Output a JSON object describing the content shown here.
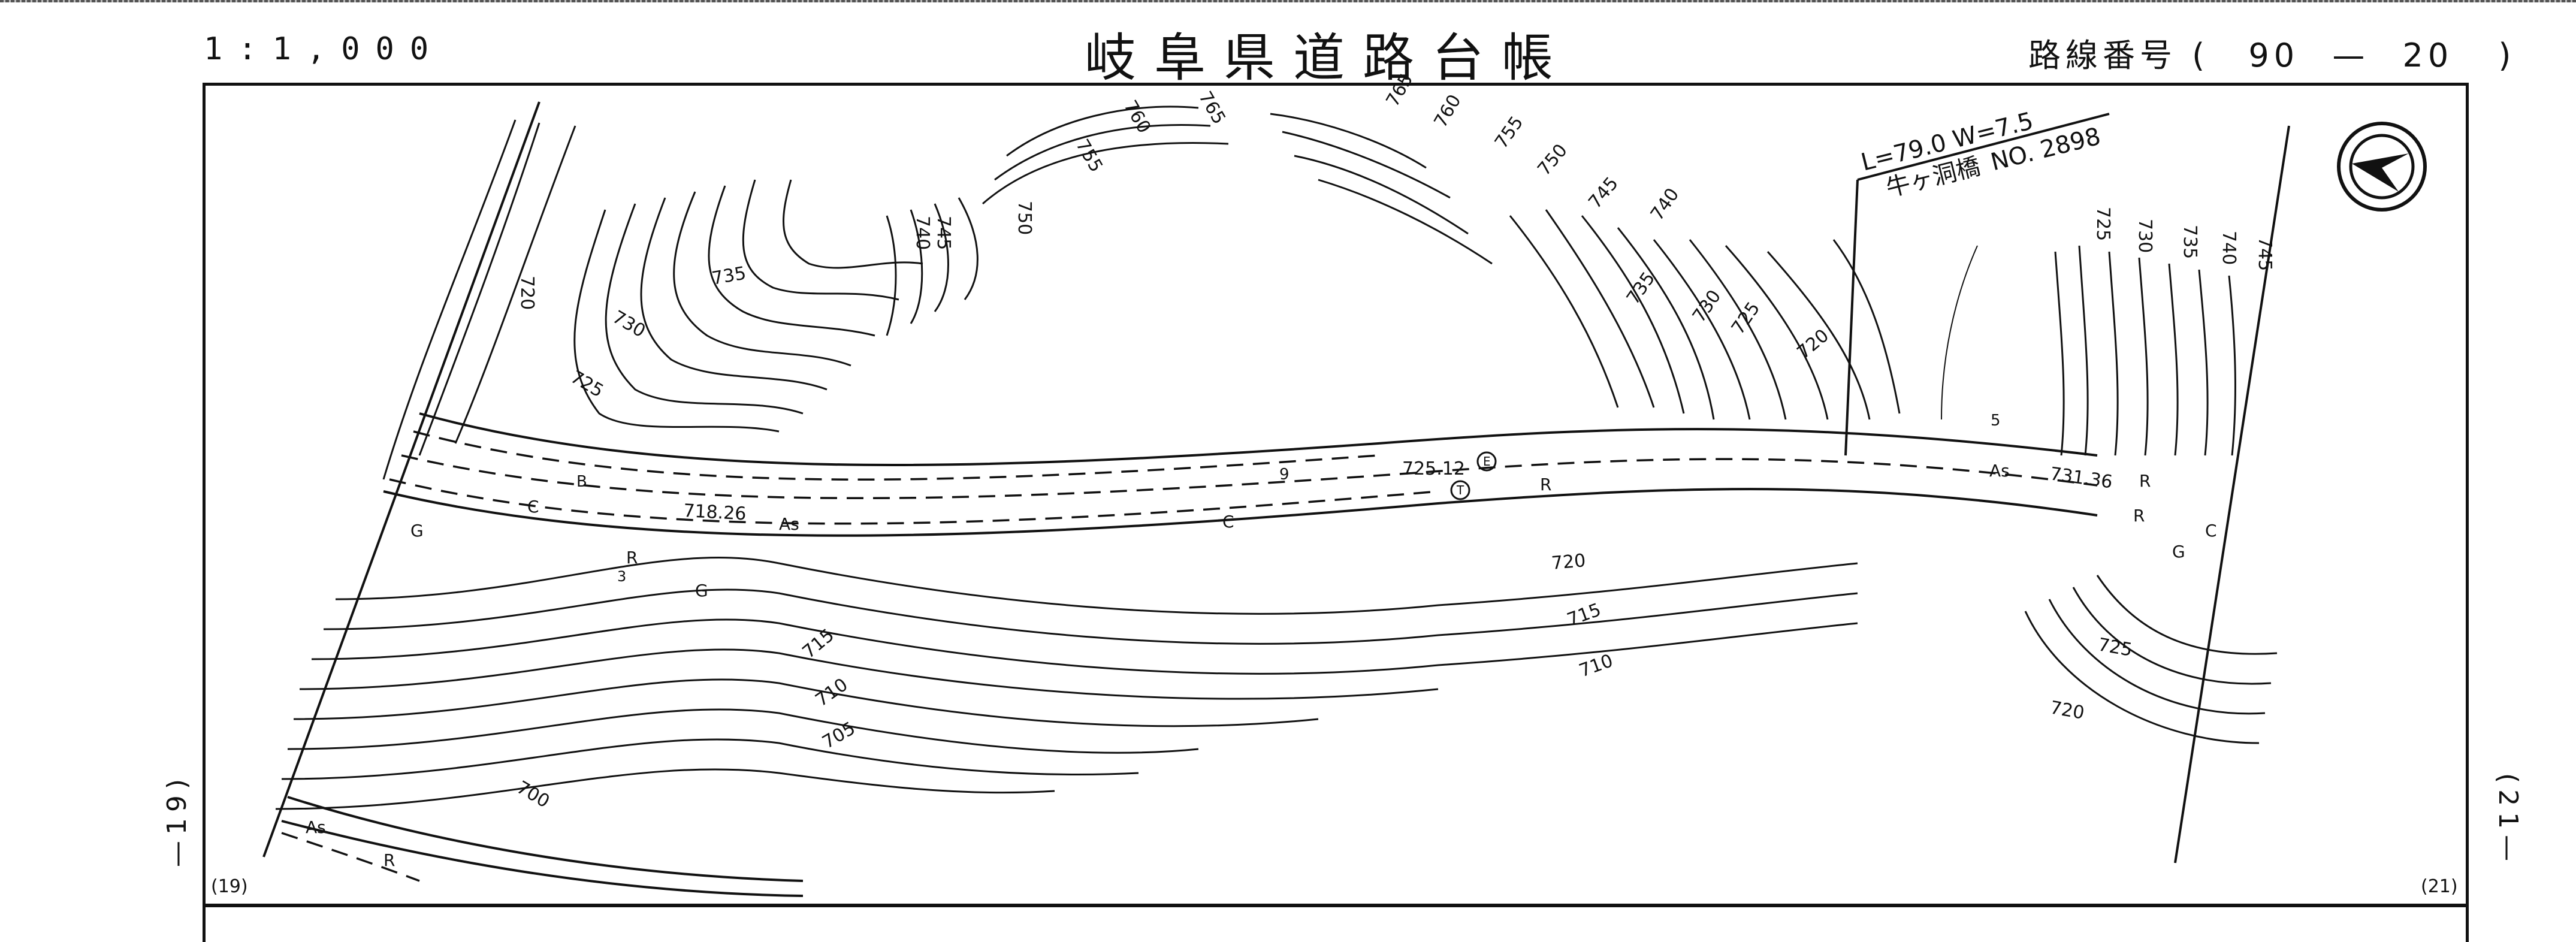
{
  "sheet": {
    "scale": "1:1,000",
    "title": "岐阜県道路台帳",
    "route_label": "路線番号",
    "route_open": "(",
    "route_major": "90",
    "route_dash": "—",
    "route_minor": "20",
    "route_close": ")",
    "page_left": "(19)",
    "page_right": "(21)",
    "page_left_text": "—19)",
    "page_right_text": "(21—"
  },
  "bridge": {
    "dimensions": "L=79.0  W=7.5",
    "name": "牛ヶ洞橋",
    "number": "NO. 2898"
  },
  "north_arrow": {
    "icon": "north-arrow-icon"
  },
  "elevations": {
    "point_1": "718.26",
    "point_2": "725.12",
    "point_3": "731.36"
  },
  "surface_labels": {
    "asphalt": "As",
    "curb": "C",
    "guardrail": "G",
    "retaining": "R",
    "block": "B",
    "gutter_no": "9",
    "num_3": "3",
    "num_5": "5"
  },
  "contour_labels": {
    "upper_left": [
      "720",
      "725",
      "730",
      "735",
      "740",
      "745",
      "750",
      "755",
      "760",
      "765"
    ],
    "upper_right": [
      "765",
      "760",
      "755",
      "750",
      "745",
      "740",
      "735",
      "730",
      "725",
      "720"
    ],
    "right_hill": [
      "725",
      "730",
      "735",
      "740",
      "745"
    ],
    "lower": [
      "720",
      "715",
      "715",
      "710",
      "710",
      "705",
      "700"
    ],
    "right_lower": [
      "725",
      "720"
    ]
  },
  "symbols": {
    "telephone": "T",
    "electric": "E"
  }
}
